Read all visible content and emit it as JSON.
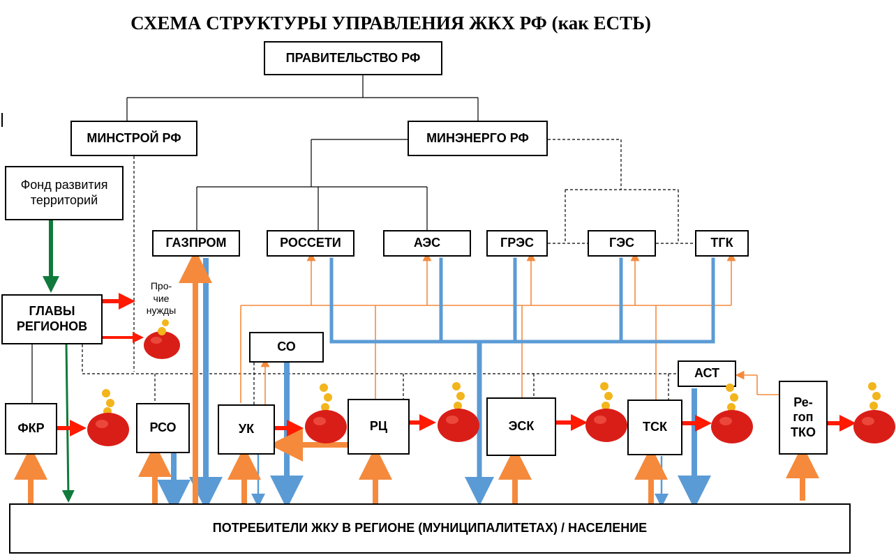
{
  "title": "СХЕМА СТРУКТУРЫ УПРАВЛЕНИЯ ЖКХ РФ (как ЕСТЬ)",
  "nodes": {
    "government": "ПРАВИТЕЛЬСТВО РФ",
    "minstroy": "МИНСТРОЙ РФ",
    "minenergo": "МИНЭНЕРГО РФ",
    "fund": "Фонд развития территорий",
    "gazprom": "ГАЗПРОМ",
    "rosseti": "РОССЕТИ",
    "aes": "АЭС",
    "gres": "ГРЭС",
    "ges": "ГЭС",
    "tgk": "ТГК",
    "regional_heads": "ГЛАВЫ РЕГИОНОВ",
    "co": "СО",
    "ast": "АСТ",
    "fkr": "ФКР",
    "rso": "РСО",
    "uk": "УК",
    "rc": "РЦ",
    "esk": "ЭСК",
    "tsk": "ТСК",
    "regop": "Ре-\nгоп\nТКО",
    "consumers": "ПОТРЕБИТЕЛИ ЖКУ В РЕГИОНЕ (МУНИЦИПАЛИТЕТАХ) / НАСЕЛЕНИЕ"
  },
  "other_needs_label": "Про-\nчие\nнужды",
  "colors": {
    "line": "#000000",
    "payment_orange": "#f58a3c",
    "resource_blue": "#5b9bd5",
    "money_red": "#ff1a00",
    "fund_green": "#0f7a3b",
    "purse_red": "#d91e18",
    "coin_gold": "#f2b51c"
  },
  "icons": [
    "purse-icon",
    "coin-icon"
  ]
}
